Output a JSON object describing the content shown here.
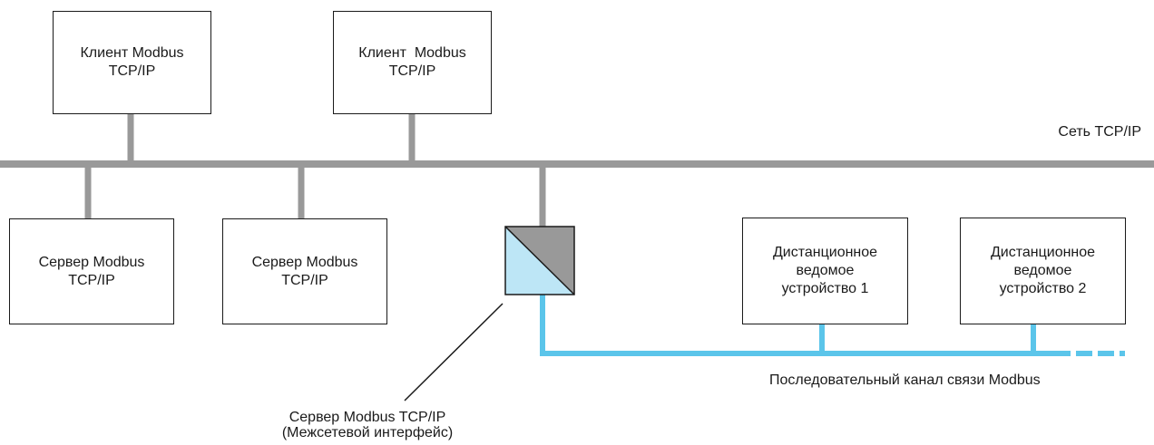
{
  "network_label": "Сеть TCP/IP",
  "serial_label": "Последовательный канал связи Modbus",
  "clients": [
    {
      "line1": "Клиент Modbus",
      "line2": "TCP/IP"
    },
    {
      "line1": "Клиент  Modbus",
      "line2": "TCP/IP"
    }
  ],
  "servers": [
    {
      "line1": "Сервер Modbus",
      "line2": "TCP/IP"
    },
    {
      "line1": "Сервер Modbus",
      "line2": "TCP/IP"
    }
  ],
  "slaves": [
    {
      "line1": "Дистанционное",
      "line2": "ведомое",
      "line3": "устройство 1"
    },
    {
      "line1": "Дистанционное",
      "line2": "ведомое",
      "line3": "устройство 2"
    }
  ],
  "gateway": {
    "line1": "Сервер Modbus TCP/IP",
    "line2": "(Межсетевой интерфейс)"
  },
  "colors": {
    "network_line": "#999999",
    "serial_line": "#5bc5ea",
    "gateway_dark": "#999999",
    "gateway_light": "#bde6f6"
  }
}
